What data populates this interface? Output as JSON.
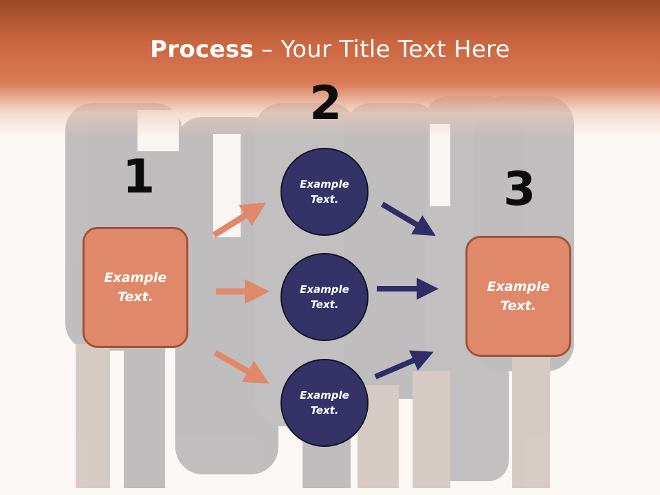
{
  "title": {
    "bold": "Process",
    "rest": " – Your Title Text Here"
  },
  "steps": [
    {
      "number": "1",
      "label": "Example\nText."
    },
    {
      "number": "2"
    },
    {
      "number": "3",
      "label": "Example\nText."
    }
  ],
  "circles": [
    {
      "label": "Example\nText."
    },
    {
      "label": "Example\nText."
    },
    {
      "label": "Example\nText."
    }
  ],
  "colors": {
    "header": "#c9653f",
    "box_fill": "#e0896a",
    "box_border": "#9e5238",
    "circle_fill": "#343267",
    "arrow_orange": "#e0896a",
    "arrow_navy": "#2e2d66"
  }
}
